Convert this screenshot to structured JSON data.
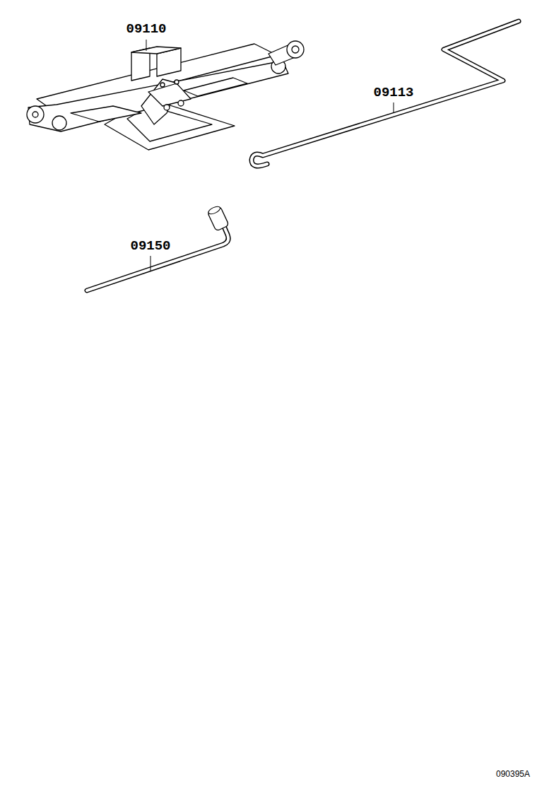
{
  "diagram": {
    "labels": [
      "09110",
      "09113",
      "09150",
      "090395A"
    ]
  }
}
